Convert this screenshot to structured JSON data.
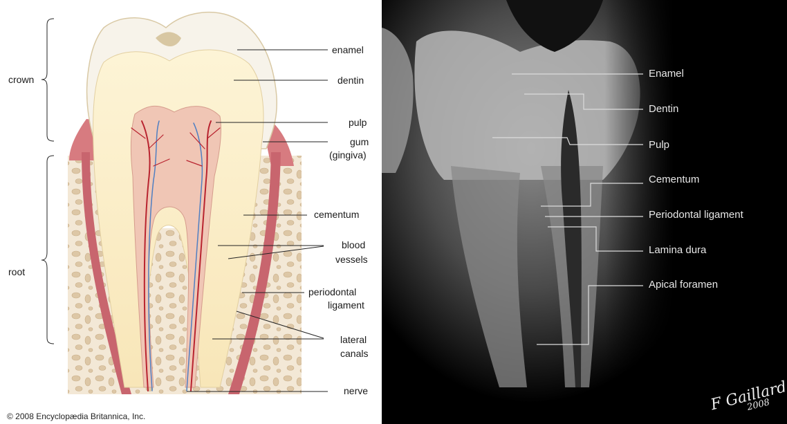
{
  "left_diagram": {
    "brackets": {
      "crown": "crown",
      "root": "root"
    },
    "labels": {
      "enamel": "enamel",
      "dentin": "dentin",
      "pulp": "pulp",
      "gum_line1": "gum",
      "gum_line2": "(gingiva)",
      "cementum": "cementum",
      "blood_line1": "blood",
      "blood_line2": "vessels",
      "perio_line1": "periodontal",
      "perio_line2": "ligament",
      "lateral_line1": "lateral",
      "lateral_line2": "canals",
      "nerve": "nerve"
    },
    "credit": "© 2008 Encyclopædia Britannica, Inc."
  },
  "right_radiograph": {
    "labels": {
      "enamel": "Enamel",
      "dentin": "Dentin",
      "pulp": "Pulp",
      "cementum": "Cementum",
      "periodontal_ligament": "Periodontal ligament",
      "lamina_dura": "Lamina dura",
      "apical_foramen": "Apical foramen"
    },
    "signature": {
      "name": "F Gaillard",
      "year": "2008"
    }
  },
  "colors": {
    "enamel": "#f6f1e6",
    "dentin": "#fbeec6",
    "pulp": "#f0c6b5",
    "gum": "#c8656e",
    "bone": "#ecdcc4",
    "vessel_red": "#b8232f",
    "vessel_blue": "#4f7fc2"
  }
}
